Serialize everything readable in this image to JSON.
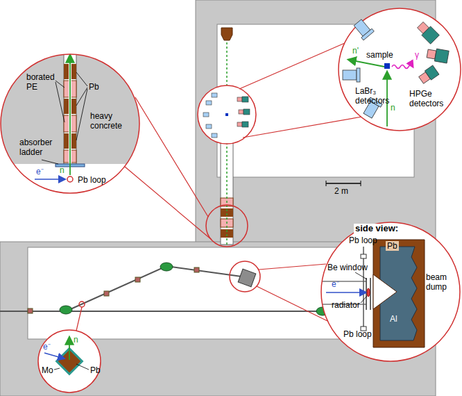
{
  "diagram": {
    "labels": [
      "LaBr₃ detectors",
      "HPGe detectors",
      "sample",
      "n'",
      "γ",
      "n",
      "2 m",
      "borated PE",
      "Pb",
      "heavy concrete",
      "absorber ladder",
      "Pb loop",
      "e⁻",
      "n",
      "n",
      "e⁻",
      "Pb",
      "Mo",
      "side view:",
      "Pb loop",
      "Pb",
      "Be window",
      "e⁻",
      "beam dump",
      "radiator",
      "Al",
      "Pb loop"
    ]
  }
}
